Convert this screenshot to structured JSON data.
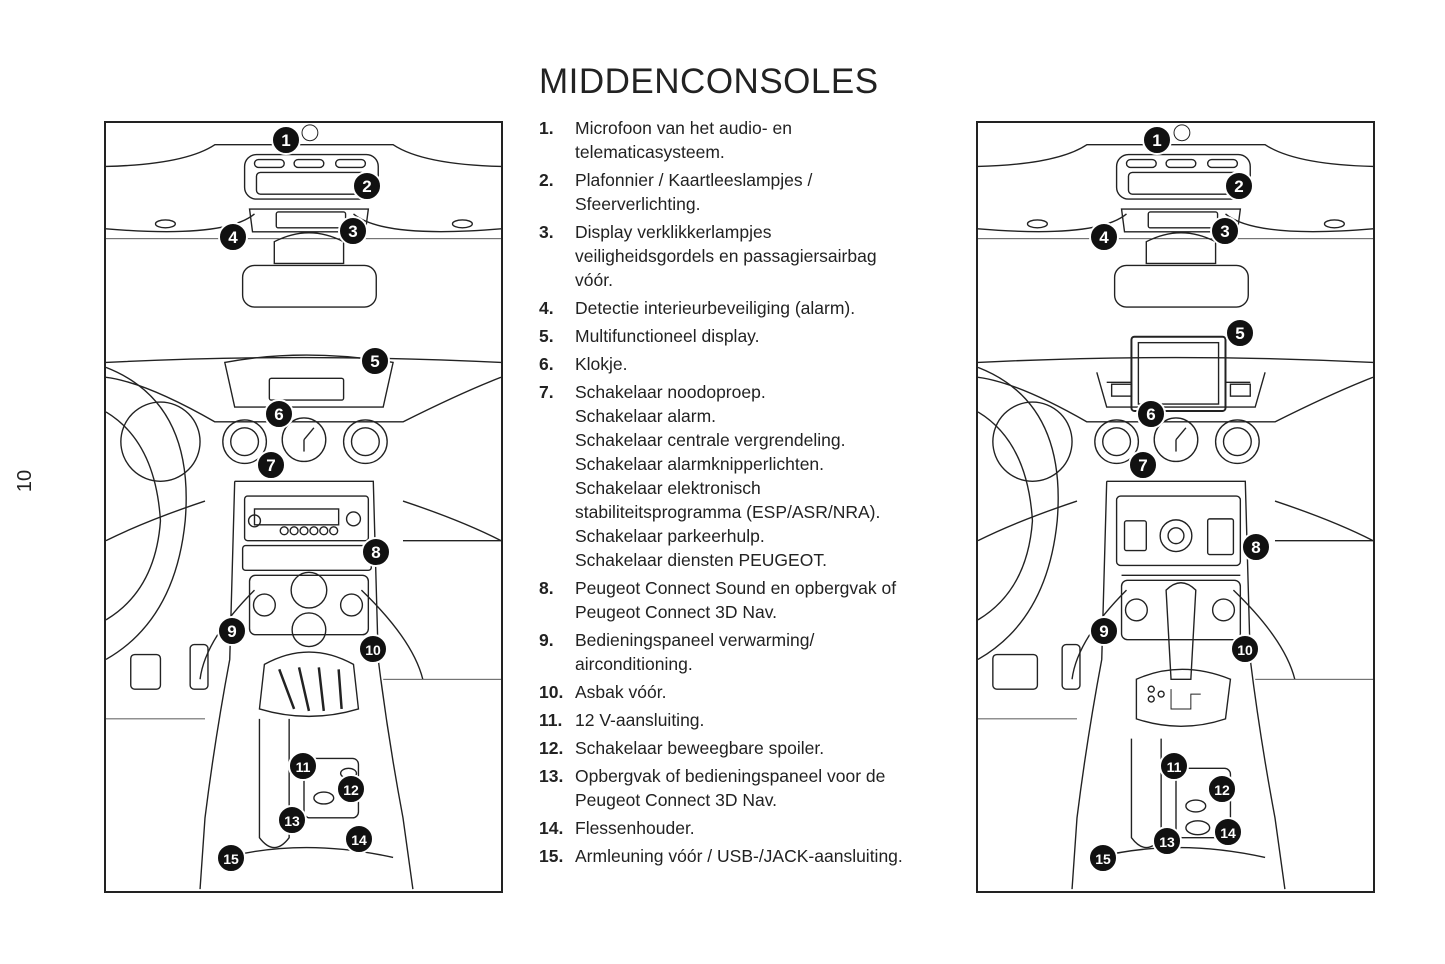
{
  "page": {
    "number": "10",
    "title": "MIDDENCONSOLES"
  },
  "legend": [
    {
      "num": "1.",
      "lines": [
        "Microfoon van het audio- en",
        "telematicasysteem."
      ]
    },
    {
      "num": "2.",
      "lines": [
        "Plafonnier / Kaartleeslampjes /",
        "Sfeerverlichting."
      ]
    },
    {
      "num": "3.",
      "lines": [
        "Display verklikkerlampjes",
        "veiligheidsgordels en passagiersairbag",
        "vóór."
      ]
    },
    {
      "num": "4.",
      "lines": [
        "Detectie interieurbeveiliging (alarm)."
      ]
    },
    {
      "num": "5.",
      "lines": [
        "Multifunctioneel display."
      ]
    },
    {
      "num": "6.",
      "lines": [
        "Klokje."
      ]
    },
    {
      "num": "7.",
      "lines": [
        "Schakelaar noodoproep.",
        "Schakelaar alarm.",
        "Schakelaar centrale vergrendeling.",
        "Schakelaar alarmknipperlichten.",
        "Schakelaar elektronisch",
        "stabiliteitsprogramma (ESP/ASR/NRA).",
        "Schakelaar parkeerhulp.",
        "Schakelaar diensten PEUGEOT."
      ]
    },
    {
      "num": "8.",
      "lines": [
        "Peugeot Connect Sound en opbergvak of",
        "Peugeot Connect 3D Nav."
      ]
    },
    {
      "num": "9.",
      "lines": [
        "Bedieningspaneel verwarming/",
        "airconditioning."
      ]
    },
    {
      "num": "10.",
      "lines": [
        "Asbak vóór."
      ]
    },
    {
      "num": "11.",
      "lines": [
        "12 V-aansluiting."
      ]
    },
    {
      "num": "12.",
      "lines": [
        "Schakelaar beweegbare spoiler."
      ]
    },
    {
      "num": "13.",
      "lines": [
        "Opbergvak of bedieningspaneel voor de",
        "Peugeot Connect 3D Nav."
      ]
    },
    {
      "num": "14.",
      "lines": [
        "Flessenhouder."
      ]
    },
    {
      "num": "15.",
      "lines": [
        "Armleuning vóór / USB-/JACK-aansluiting."
      ]
    }
  ],
  "callouts": [
    "1",
    "2",
    "3",
    "4",
    "5",
    "6",
    "7",
    "8",
    "9",
    "10",
    "11",
    "12",
    "13",
    "14",
    "15"
  ]
}
